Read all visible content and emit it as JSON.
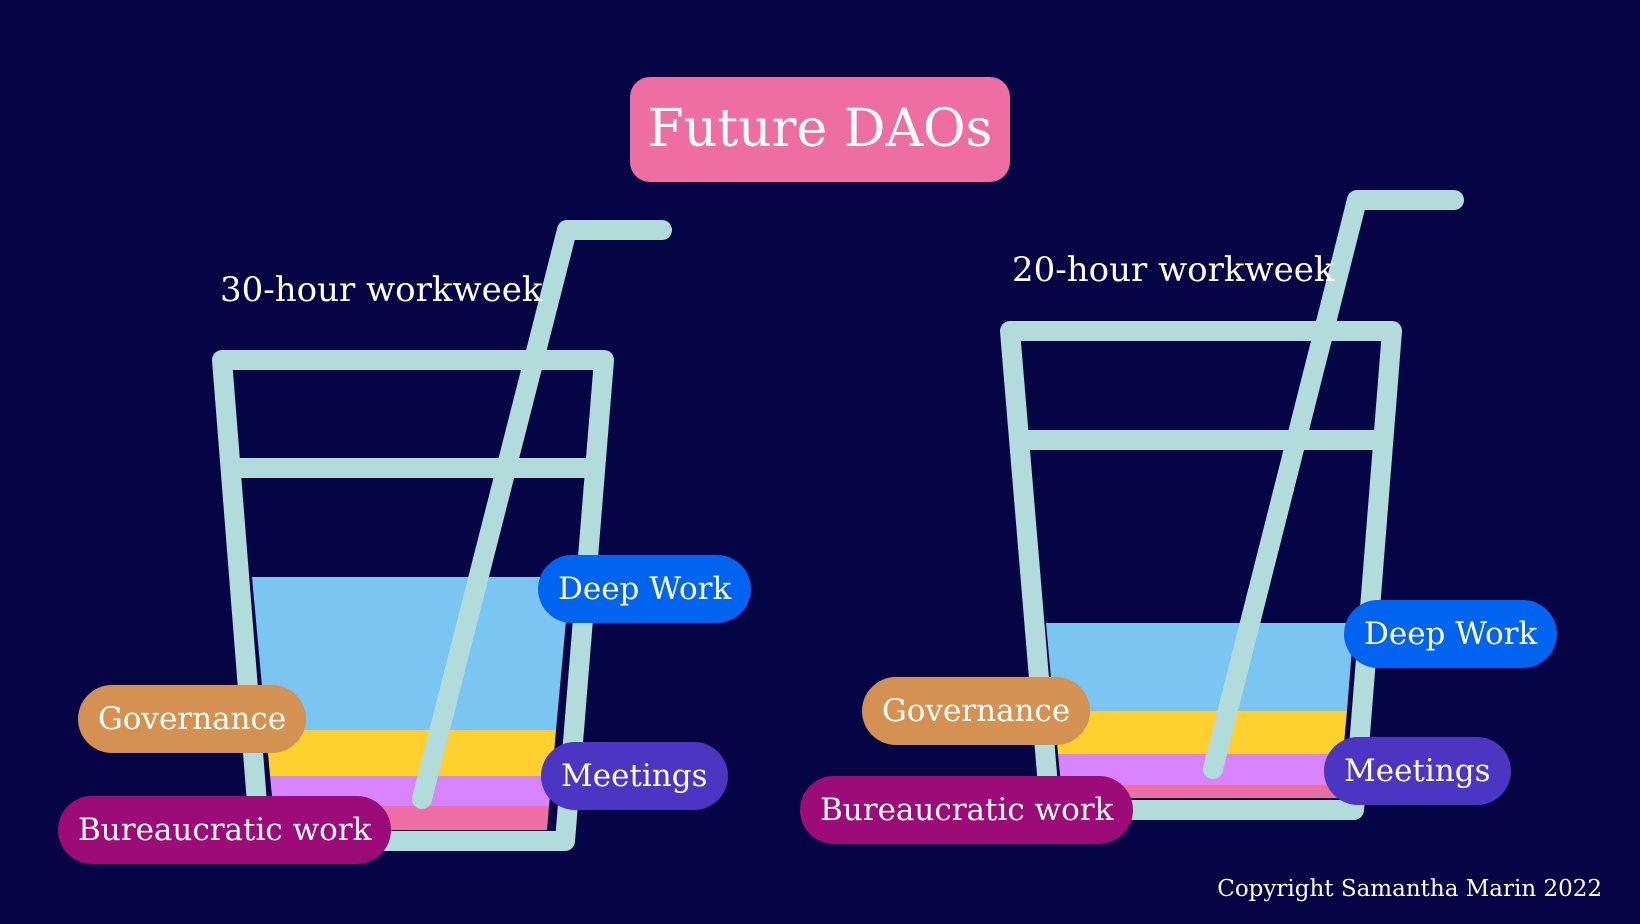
{
  "title": "Future DAOs",
  "copyright": "Copyright Samantha Marin 2022",
  "colors": {
    "background": "#050546",
    "glass": "#b2dcdb",
    "title_box": "#ee6ea3",
    "deep_work_fill": "#7ac5f2",
    "governance_fill": "#ffd02e",
    "meetings_fill": "#d884ff",
    "bureaucratic_fill": "#ee6ea3",
    "deep_work_pill": "#0064f0",
    "governance_pill": "#d49151",
    "meetings_pill": "#4d35c4",
    "bureaucratic_pill": "#9c0b77"
  },
  "glasses": [
    {
      "caption": "30-hour workweek",
      "labels": {
        "deep_work": "Deep Work",
        "governance": "Governance",
        "meetings": "Meetings",
        "bureaucratic": "Bureaucratic work"
      }
    },
    {
      "caption": "20-hour workweek",
      "labels": {
        "deep_work": "Deep Work",
        "governance": "Governance",
        "meetings": "Meetings",
        "bureaucratic": "Bureaucratic work"
      }
    }
  ]
}
